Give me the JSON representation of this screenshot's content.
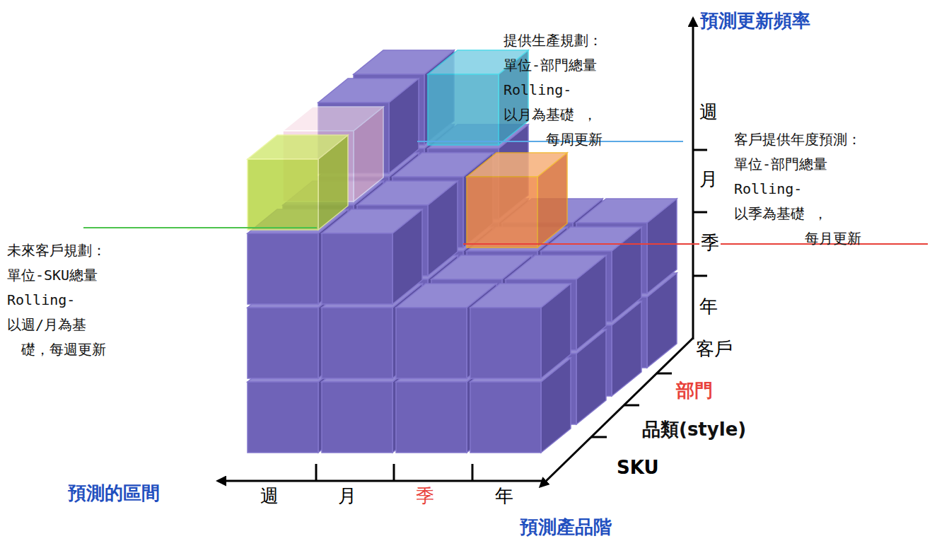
{
  "diagram": {
    "labels": [
      "預測更新頻率",
      "週",
      "月",
      "季",
      "年",
      "客戶",
      "部門",
      "品類(style)",
      "SKU",
      "週",
      "月",
      "季",
      "年",
      "預測的區間",
      "預測產品階",
      "提供生產規劃： 單位-部門總量 Rolling-以月為基礎 ，每周更新",
      "客戶提供年度預測： 單位-部門總量 Rolling-以季為基礎 ，每月更新",
      "未來客戶規劃： 單位-SKU總量 Rolling-以週/月為基 礎，每週更新"
    ]
  }
}
